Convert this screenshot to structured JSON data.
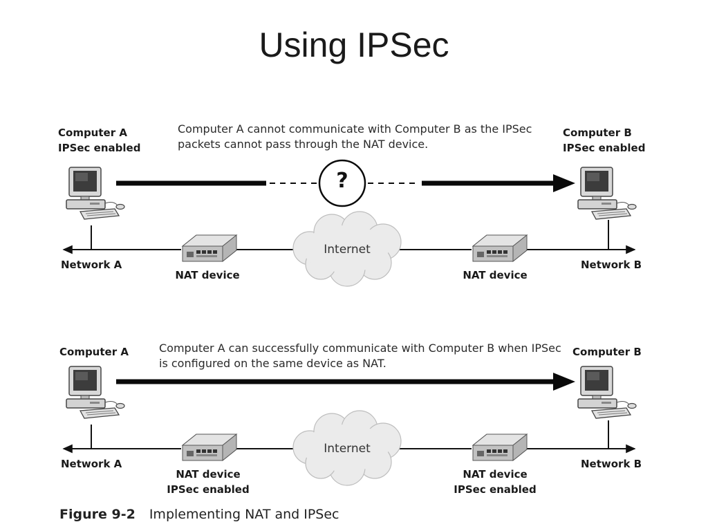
{
  "title": "Using IPSec",
  "panel_top": {
    "computer_a": [
      "Computer A",
      "IPSec enabled"
    ],
    "computer_b": [
      "Computer B",
      "IPSec enabled"
    ],
    "caption": [
      "Computer A cannot communicate with Computer B as the IPSec",
      "packets cannot pass through the NAT device."
    ],
    "question_mark": "?",
    "network_a": "Network A",
    "network_b": "Network B",
    "nat_left": [
      "NAT device"
    ],
    "nat_right": [
      "NAT device"
    ],
    "internet": "Internet"
  },
  "panel_bottom": {
    "computer_a": [
      "Computer A"
    ],
    "computer_b": [
      "Computer B"
    ],
    "caption": [
      "Computer A can successfully communicate with Computer B when IPSec",
      "is configured on the same device as NAT."
    ],
    "network_a": "Network A",
    "network_b": "Network B",
    "nat_left": [
      "NAT device",
      "IPSec enabled"
    ],
    "nat_right": [
      "NAT device",
      "IPSec enabled"
    ],
    "internet": "Internet"
  },
  "figure": {
    "number": "Figure 9-2",
    "caption": "Implementing NAT and IPSec"
  },
  "colors": {
    "arrow": "#0a0a0a",
    "cloud": "#e9e9e9",
    "device": "#cfcfcf"
  }
}
